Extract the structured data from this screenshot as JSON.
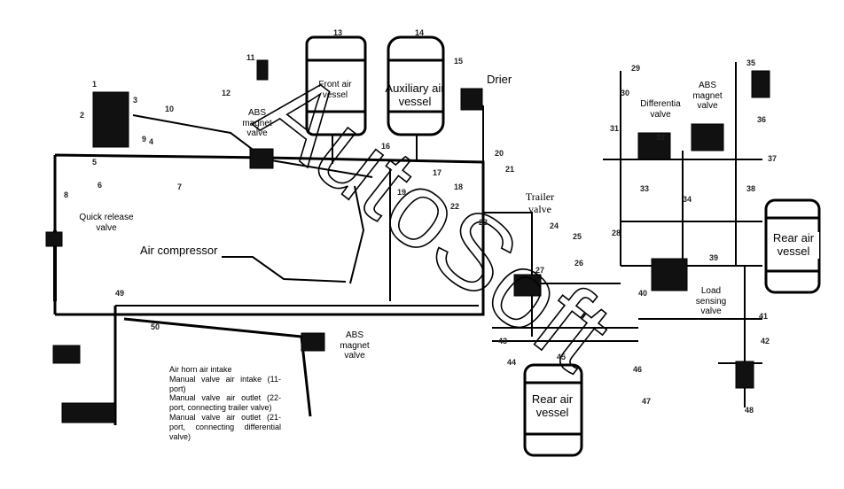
{
  "watermark": "AutoSoft",
  "labels": {
    "front_air_vessel": "Front air vessel",
    "auxiliary_air_vessel": "Auxiliary air vessel",
    "drier": "Drier",
    "abs_magnet_valve_top": "ABS magnet valve",
    "quick_release_valve": "Quick release valve",
    "air_compressor": "Air compressor",
    "trailer_valve": "Trailer valve",
    "differential_valve": "Differentia valve",
    "abs_magnet_valve_right": "ABS magnet valve",
    "rear_air_vessel_right": "Rear air vessel",
    "load_sensing_valve": "Load sensing valve",
    "abs_magnet_valve_bottom": "ABS magnet valve",
    "rear_air_vessel_bottom": "Rear air vessel"
  },
  "legend": [
    "Air horn air intake",
    "Manual valve air intake (11-port)",
    "Manual valve air outlet (22-port, connecting trailer valve)",
    "Manual valve air outlet (21-port, connecting differential valve)"
  ],
  "part_numbers": [
    "1",
    "2",
    "3",
    "4",
    "5",
    "6",
    "7",
    "8",
    "9",
    "10",
    "11",
    "12",
    "13",
    "14",
    "15",
    "16",
    "17",
    "18",
    "19",
    "20",
    "21",
    "22",
    "23",
    "24",
    "25",
    "26",
    "27",
    "28",
    "29",
    "30",
    "31",
    "32",
    "33",
    "34",
    "35",
    "36",
    "37",
    "38",
    "39",
    "40",
    "41",
    "42",
    "43",
    "44",
    "45",
    "46",
    "47",
    "48",
    "49",
    "50"
  ]
}
